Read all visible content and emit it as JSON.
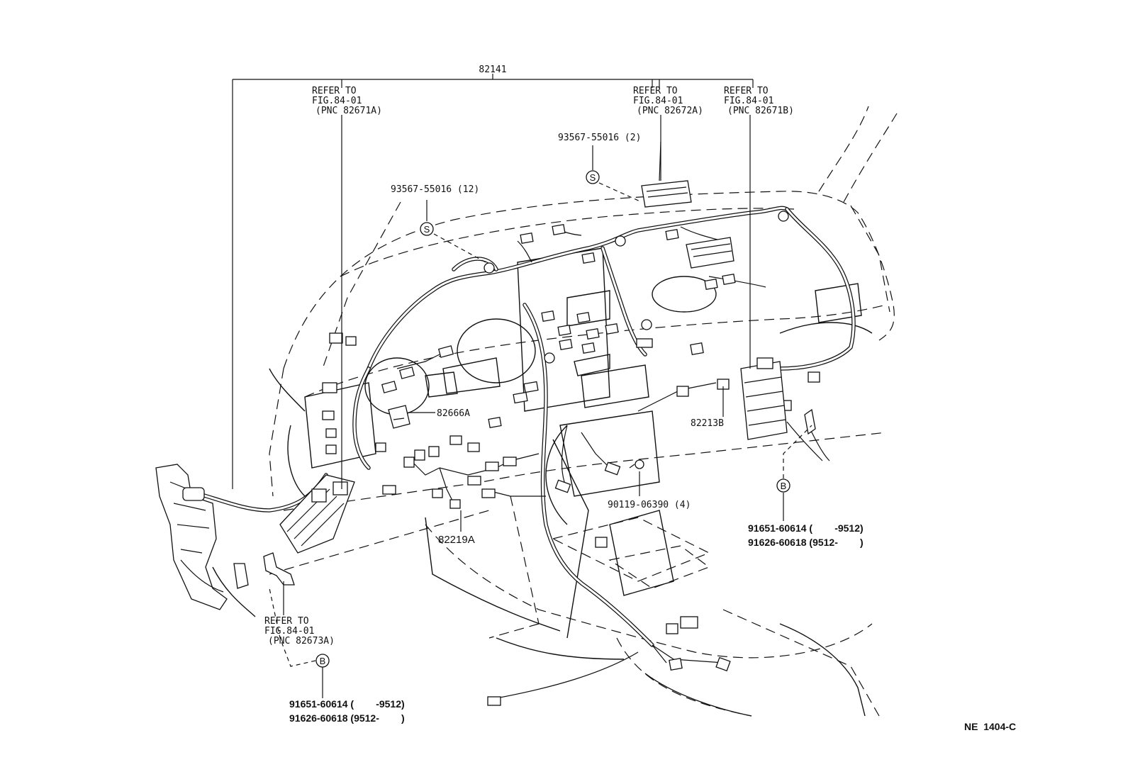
{
  "main_part": "82141",
  "refer_labels": [
    {
      "line1": "REFER TO",
      "line2": "FIG.84-01",
      "line3": "(PNC 82671A)"
    },
    {
      "line1": "REFER TO",
      "line2": "FIG.84-01",
      "line3": "(PNC 82672A)"
    },
    {
      "line1": "REFER TO",
      "line2": "FIG.84-01",
      "line3": "(PNC 82671B)"
    },
    {
      "line1": "REFER TO",
      "line2": "FIG.84-01",
      "line3": "(PNC 82673A)"
    }
  ],
  "clip_labels": {
    "clip_a": "93567-55016 (2)",
    "clip_b": "93567-55016 (12)"
  },
  "part_labels": {
    "p82666a": "82666A",
    "p82213b": "82213B",
    "p82219a": "82219A",
    "bolt": "90119-06390 (4)"
  },
  "symbols": {
    "s": "S",
    "b": "B"
  },
  "bolt_right": {
    "line1": "91651-60614 (        -9512)",
    "line2": "91626-60618 (9512-        )"
  },
  "bolt_left": {
    "line1": "91651-60614 (        -9512)",
    "line2": "91626-60618 (9512-        )"
  },
  "figure_code": "NE  1404-C"
}
